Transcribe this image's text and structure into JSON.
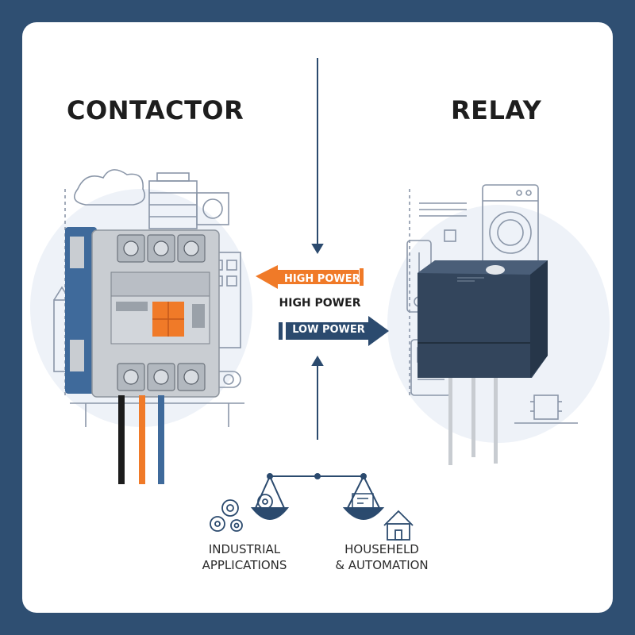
{
  "titles": {
    "left": "CONTACTOR",
    "right": "RELAY"
  },
  "arrows": {
    "high_power_orange": "HIGH POWER",
    "high_power_center": "HIGH POWER",
    "low_power_blue": "LOW POWER"
  },
  "captions": {
    "left_line1": "INDUSTRIAL",
    "left_line2": "APPLICATIONS",
    "right_line1": "HOUSEHELD",
    "right_line2": "& AUTOMATION"
  },
  "colors": {
    "background": "#2f4f72",
    "accent_orange": "#f07a28",
    "accent_navy": "#2b4a6e",
    "contactor_grey": "#c9cdd2",
    "relay_body": "#33455c"
  },
  "icons": [
    "factory-illustration",
    "home-appliance-illustration",
    "balance-scale-icon",
    "gears-icon",
    "circuit-board-icon",
    "house-icon"
  ]
}
